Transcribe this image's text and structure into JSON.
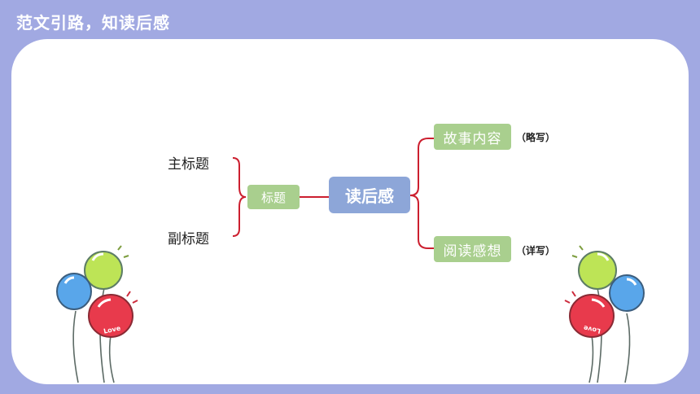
{
  "header": {
    "title": "范文引路，知读后感"
  },
  "diagram": {
    "center": "读后感",
    "title_node": "标题",
    "left_labels": [
      "主标题",
      "副标题"
    ],
    "right_nodes": [
      {
        "label": "故事内容",
        "note": "（略写）"
      },
      {
        "label": "阅读感想",
        "note": "（详写）"
      }
    ],
    "connector_color": "#cc1f2f"
  },
  "decor": {
    "balloon_word": "Love",
    "colors": {
      "green": "#bde456",
      "blue": "#59a6ea",
      "red": "#e83a4c",
      "page": "#a1a9e2"
    }
  }
}
